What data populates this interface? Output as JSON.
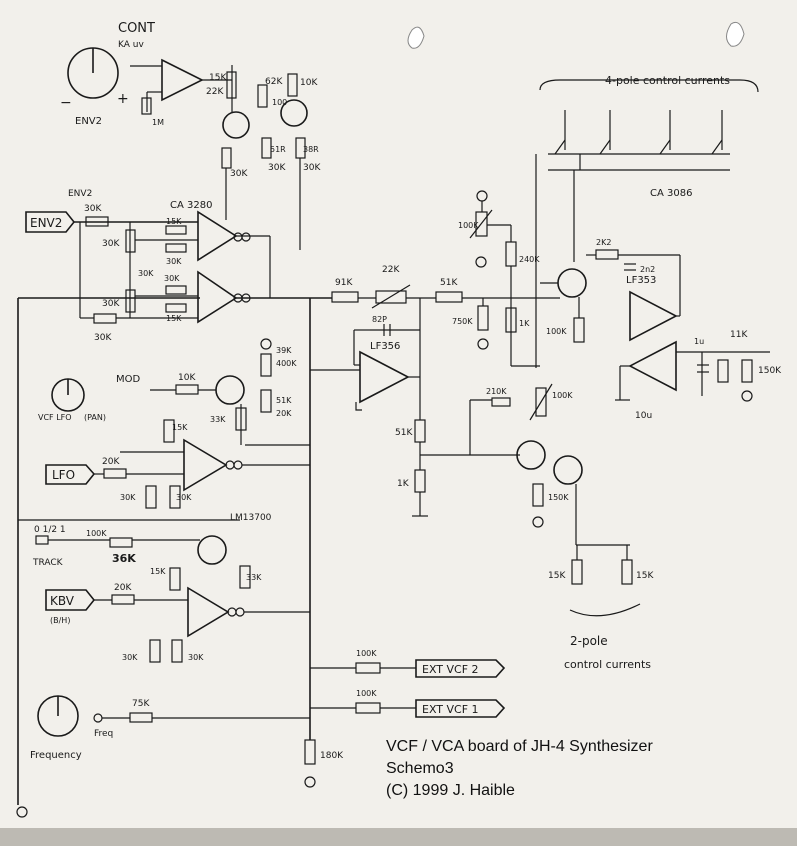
{
  "caption": {
    "line1": "VCF / VCA board of JH-4 Synthesizer",
    "line2": "Schemo3",
    "line3": "(C) 1999 J. Haible"
  },
  "headings": {
    "four_pole": "4-pole control currents",
    "two_pole_a": "2-pole",
    "two_pole_b": "control currents"
  },
  "chips": {
    "ca3280": "CA 3280",
    "ca3086": "CA 3086",
    "lf353a": "LF353",
    "lf356": "LF356",
    "lm13700": "LM13700"
  },
  "inputs": {
    "env2": "ENV2",
    "lfo": "LFO",
    "kbv": "KBV",
    "kbv_sub": "(B/H)",
    "ext1": "EXT VCF 1",
    "ext2": "EXT VCF 2"
  },
  "labels": {
    "cont": "CONT",
    "cont_sub": "KA uv",
    "env2_small": "ENV2",
    "env2_top": "ENV2",
    "plus": "+",
    "minus": "−",
    "mod": "MOD",
    "vcf_lfo": "VCF LFO",
    "pan": "(PAN)",
    "track": "TRACK",
    "track_sel": "0 1/2 1",
    "frequency": "Frequency",
    "freq": "Freq"
  },
  "resistors": {
    "r30k_env": "30K",
    "r30k_a": "30K",
    "r30k_b": "30K",
    "r30k_c": "30K",
    "r15k_a": "15K",
    "r30k_d": "30K",
    "r30k_e": "30K",
    "r15k_b": "15K",
    "r30k_f": "30K",
    "r15k_top": "15K",
    "r22k_top": "22K",
    "r62k": "62K",
    "r100": "100",
    "r10k_top": "10K",
    "r51r": "51R",
    "r38r": "38R",
    "r30k_g": "30K",
    "r30k_h": "30K",
    "r30k_i": "30K",
    "r1m": "1M",
    "r91k": "91K",
    "r22k_pot": "22K",
    "r51k_top": "51K",
    "r82p": "82P",
    "r100k_pot": "100K",
    "r240k": "240K",
    "r750k": "750K",
    "r1k_mid": "1K",
    "r100k_base": "100K",
    "r2k2": "2K2",
    "r2n2": "2n2",
    "r1u": "1u",
    "r11k": "11K",
    "r150k": "150K",
    "r10u": "10u",
    "r10k_mod": "10K",
    "r39k": "39K",
    "r400k": "400K",
    "r33k": "33K",
    "r51k_b": "51K",
    "r20k_b": "20K",
    "r15k_lfo": "15K",
    "r20k_lfo": "20K",
    "r30k_lfo1": "30K",
    "r30k_lfo2": "30K",
    "r210k": "210K",
    "r100k_trim": "100K",
    "r51k_div": "51K",
    "r1k_div": "1K",
    "r150k_tr": "150K",
    "r15k_2a": "15K",
    "r15k_2b": "15K",
    "r100k_track": "100K",
    "r36k": "36K",
    "r15k_kbv": "15K",
    "r20k_kbv": "20K",
    "r33k_kbv": "33K",
    "r30k_kbv1": "30K",
    "r30k_kbv2": "30K",
    "r100k_ext2": "100K",
    "r100k_ext1": "100K",
    "r75k": "75K",
    "r180k": "180K"
  },
  "colors": {
    "ink": "#1a1a1a",
    "paper": "#f2f0eb",
    "strip": "#bdbab3"
  }
}
